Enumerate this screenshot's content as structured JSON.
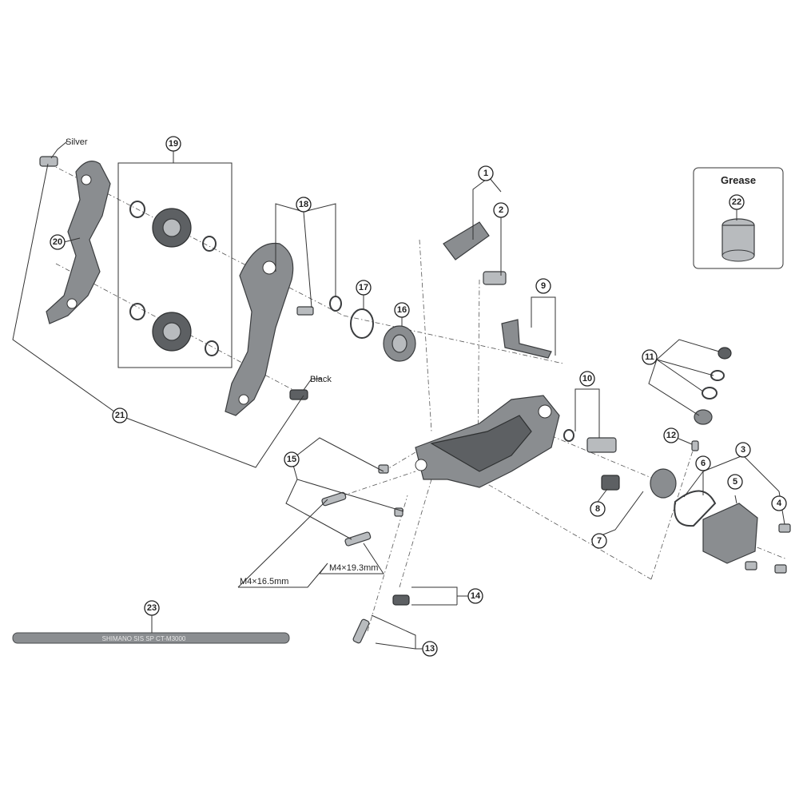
{
  "labels": {
    "silver": "Silver",
    "black": "Black",
    "grease": "Grease",
    "bolt_a": "M4×16.5mm",
    "bolt_b": "M4×19.3mm",
    "cable_text": "SHIMANO SIS SP CT-M3000"
  },
  "part_numbers": [
    "1",
    "2",
    "3",
    "4",
    "5",
    "6",
    "7",
    "8",
    "9",
    "10",
    "11",
    "12",
    "13",
    "14",
    "15",
    "16",
    "17",
    "18",
    "19",
    "20",
    "21",
    "22",
    "23"
  ]
}
